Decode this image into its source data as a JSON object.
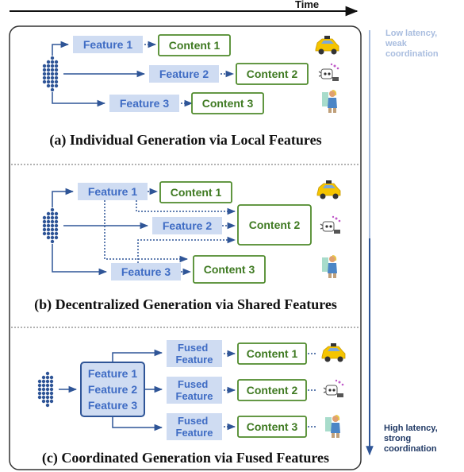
{
  "header": {
    "time_label": "Time"
  },
  "side_labels": {
    "top": [
      "Low latency,",
      "weak",
      "coordination"
    ],
    "bottom": [
      "High latency,",
      "strong",
      "coordination"
    ]
  },
  "panel_a": {
    "caption": "(a) Individual Generation via Local Features",
    "features": [
      "Feature 1",
      "Feature 2",
      "Feature 3"
    ],
    "contents": [
      "Content 1",
      "Content 2",
      "Content 3"
    ]
  },
  "panel_b": {
    "caption": "(b) Decentralized Generation via Shared Features",
    "features": [
      "Feature 1",
      "Feature 2",
      "Feature 3"
    ],
    "contents": [
      "Content 1",
      "Content 2",
      "Content 3"
    ]
  },
  "panel_c": {
    "caption": "(c) Coordinated Generation via Fused Features",
    "combined_features": [
      "Feature 1",
      "Feature 2",
      "Feature 3"
    ],
    "fused_label": [
      "Fused",
      "Feature"
    ],
    "contents": [
      "Content 1",
      "Content 2",
      "Content 3"
    ]
  },
  "icons": [
    "neural-network-icon",
    "taxi-car-icon",
    "robot-icon",
    "ar-person-icon"
  ],
  "colors": {
    "feature_fill": "#cfdcf2",
    "feature_text": "#3f6cc4",
    "content_border": "#4f8a2b",
    "content_text": "#3f7a22",
    "arrow": "#2f5597",
    "node": "#2f5597",
    "side_text": "#a9bddf",
    "side_text_strong": "#1f3864"
  }
}
